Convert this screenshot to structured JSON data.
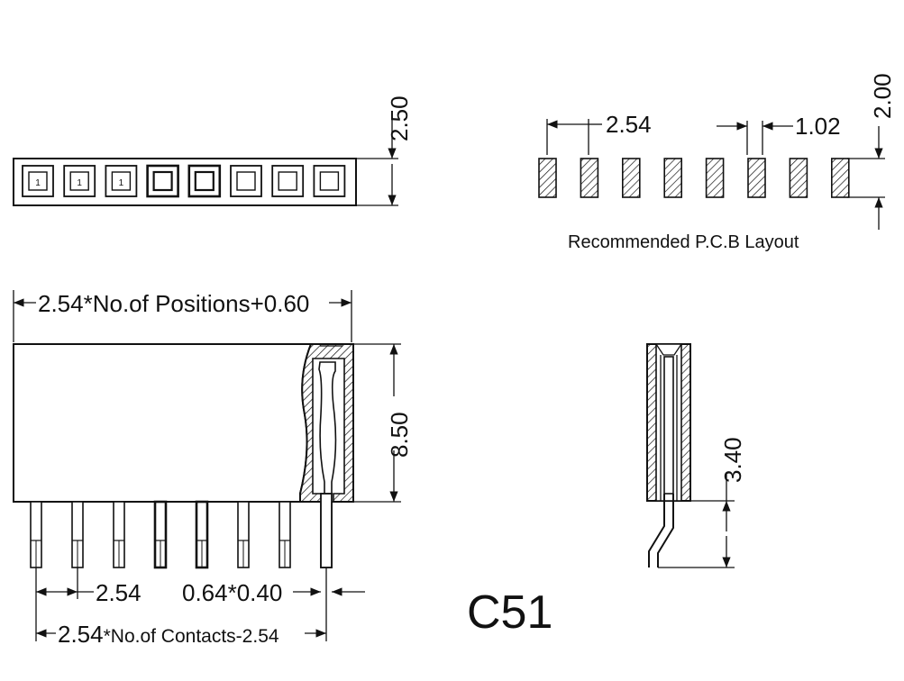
{
  "diagram": {
    "part_code": "C51",
    "top_view": {
      "height_dim": "2.50",
      "pin_count": 8,
      "pin_markers": [
        "1",
        "1",
        "1",
        "",
        "",
        "",
        "",
        ""
      ]
    },
    "pcb_layout": {
      "pitch_dim": "2.54",
      "pad_width_dim": "1.02",
      "pad_height_dim": "2.00",
      "pad_count": 8,
      "caption": "Recommended P.C.B Layout"
    },
    "front_view": {
      "length_dim": "2.54*No.of Positions+0.60",
      "height_dim": "8.50",
      "pitch_dim": "2.54",
      "pin_size_dim": "0.64*0.40",
      "contacts_dim_prefix": "2.54",
      "contacts_dim_text": "*No.of Contacts-2.54"
    },
    "side_view": {
      "tail_dim": "3.40"
    }
  }
}
